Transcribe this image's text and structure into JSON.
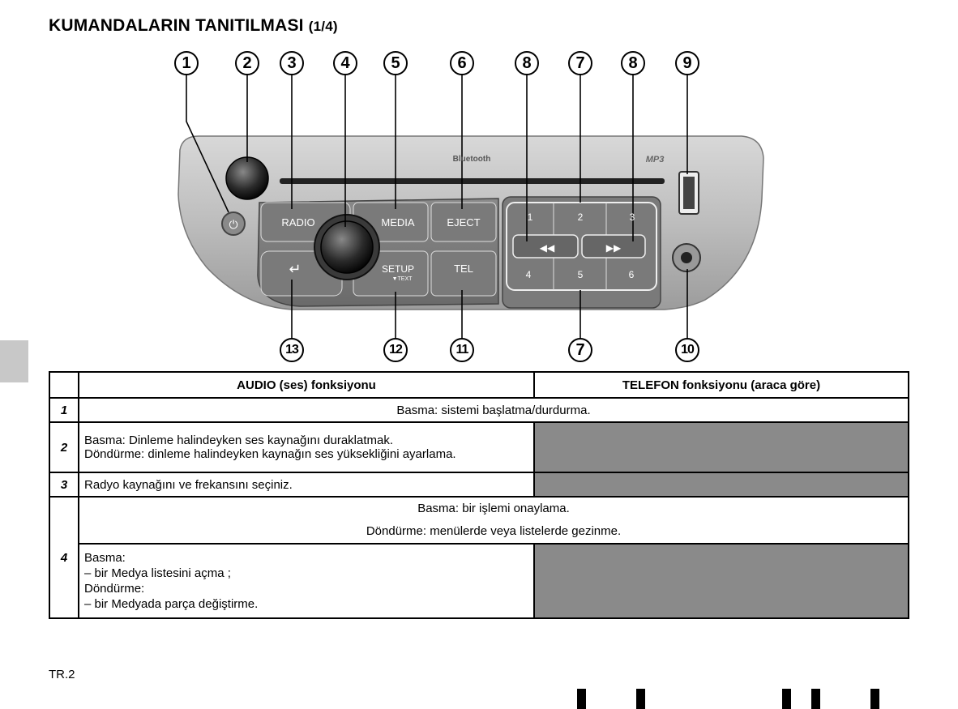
{
  "title": {
    "main": "KUMANDALARIN TANITILMASI",
    "page": "(1/4)"
  },
  "figure": {
    "callouts_top": [
      "1",
      "2",
      "3",
      "4",
      "5",
      "6",
      "8",
      "7",
      "8",
      "9"
    ],
    "callouts_bottom": [
      "13",
      "12",
      "11",
      "7",
      "10"
    ],
    "panel_labels": {
      "radio": "RADIO",
      "media": "MEDIA",
      "eject": "EJECT",
      "setup": "SETUP",
      "setup_sub": "▼TEXT",
      "tel": "TEL",
      "bluetooth": "Bluetooth",
      "mp3": "MP3",
      "presets": [
        "1",
        "2",
        "3",
        "4",
        "5",
        "6"
      ]
    }
  },
  "table": {
    "headers": {
      "audio": "AUDIO (ses) fonksiyonu",
      "telefon": "TELEFON fonksiyonu (araca göre)"
    },
    "rows": {
      "r1": {
        "num": "1",
        "text": "Basma: sistemi başlatma/durdurma."
      },
      "r2": {
        "num": "2",
        "line1": "Basma: Dinleme halindeyken ses kaynağını duraklatmak.",
        "line2": "Döndürme: dinleme halindeyken kaynağın ses yüksekliğini ayarlama."
      },
      "r3": {
        "num": "3",
        "text": "Radyo kaynağını ve frekansını seçiniz."
      },
      "r4": {
        "num": "4",
        "shared1": "Basma: bir işlemi onaylama.",
        "shared2": "Döndürme: menülerde veya listelerde gezinme.",
        "l1": "Basma:",
        "l2": "–   bir Medya listesini açma ;",
        "l3": "Döndürme:",
        "l4": "–   bir Medyada parça değiştirme."
      }
    }
  },
  "page_number": "TR.2"
}
